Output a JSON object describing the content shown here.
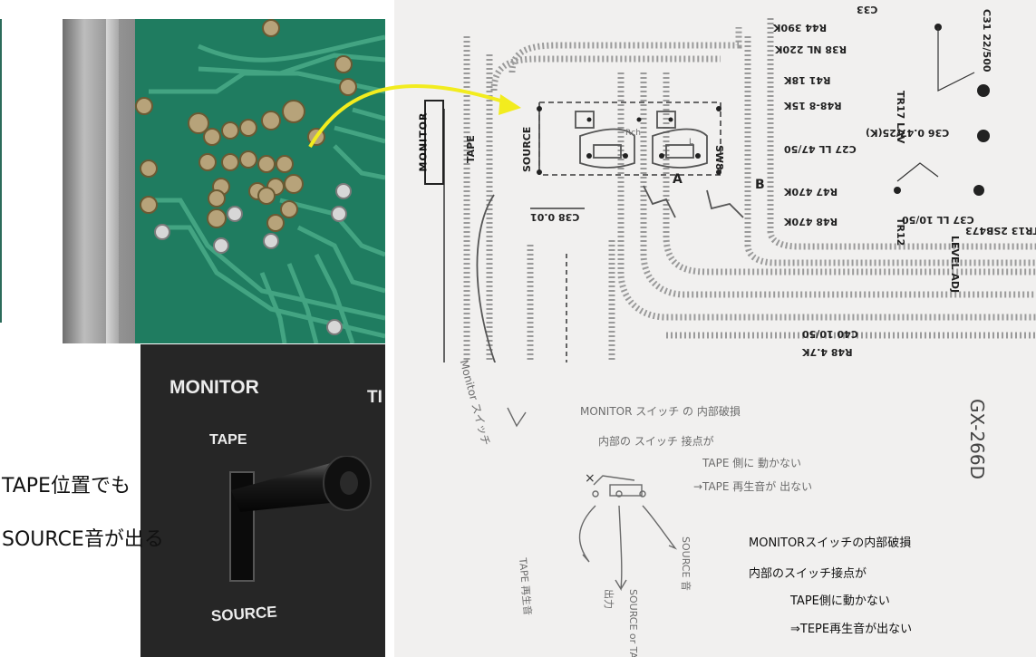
{
  "photo_pcb": {
    "desc": ""
  },
  "schematic": {
    "monitor": "MONITOR",
    "tape": "TAPE",
    "source": "SOURCE",
    "sw": "SW8",
    "rch": "Rch",
    "l": "L",
    "c38": "C38 0.01",
    "a": "A",
    "b": "B",
    "gx": "GX-266D",
    "parts": [
      "R44 390K",
      "R38 NL 220K",
      "R41 18K",
      "R48-8 15K",
      "C27 LL 47/50",
      "C36 0.47/25(K)",
      "R47 470K",
      "R48 470K",
      "C37 LL 10/50",
      "C40 10/50",
      "R48 4.7K",
      "LEVEL ADJ",
      "TR17 LAV",
      "TR12",
      "TR13 2SB473",
      "C33",
      "C31 22/500"
    ]
  },
  "handwritten": {
    "monitor_switch": "Monitor スイッチ",
    "line1": "MONITOR スイッチ の 内部破損",
    "line2": "内部の スイッチ 接点が",
    "line3": "TAPE 側に 動かない",
    "line4": "→TAPE 再生音が 出ない",
    "x": "×",
    "tape_out": "TAPE 再生音",
    "out": "出力",
    "source_or_tape": "SOURCE or TAPE",
    "source_out": "SOURCE 音"
  },
  "notes": {
    "l1": "MONITORスイッチの内部破損",
    "l2": "内部のスイッチ接点が",
    "l3": "TAPE側に動かない",
    "l4": "⇒TEPE再生音が出ない"
  },
  "knob_photo": {
    "monitor": "MONITOR",
    "ti": "TI",
    "tape": "TAPE",
    "source": "SOURCE"
  },
  "captions": {
    "c1": "TAPE位置でも",
    "c2": "SOURCE音が出る"
  },
  "colors": {
    "pcb": "#1f7c60",
    "arrow": "#f2ec1e",
    "paper": "#f1f0ef"
  }
}
